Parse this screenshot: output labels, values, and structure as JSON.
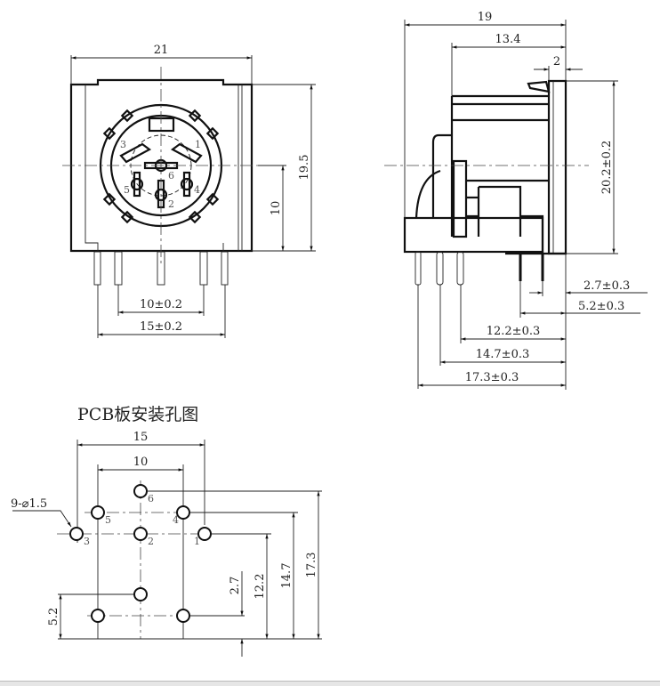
{
  "front_view": {
    "width_dim": "21",
    "height_dim": "19.5",
    "center_height_dim": "10",
    "pin_spacing_inner": "10±0.2",
    "pin_spacing_outer": "15±0.2",
    "pin_labels": [
      "1",
      "2",
      "3",
      "4",
      "5",
      "6"
    ]
  },
  "side_view": {
    "depth_dim": "19",
    "body_depth_dim": "13.4",
    "flange_dim": "2",
    "height_dim": "20.2±0.2",
    "pin_offsets": [
      "2.7±0.3",
      "5.2±0.3",
      "12.2±0.3",
      "14.7±0.3",
      "17.3±0.3"
    ]
  },
  "pcb_layout": {
    "title": "PCB板安装孔图",
    "width_outer": "15",
    "width_inner": "10",
    "hole_spec": "9-⌀1.5",
    "hole_labels": [
      "6",
      "5",
      "4",
      "3",
      "2",
      "1"
    ],
    "vertical_dims": [
      "5.2",
      "2.7",
      "12.2",
      "14.7",
      "17.3"
    ]
  }
}
